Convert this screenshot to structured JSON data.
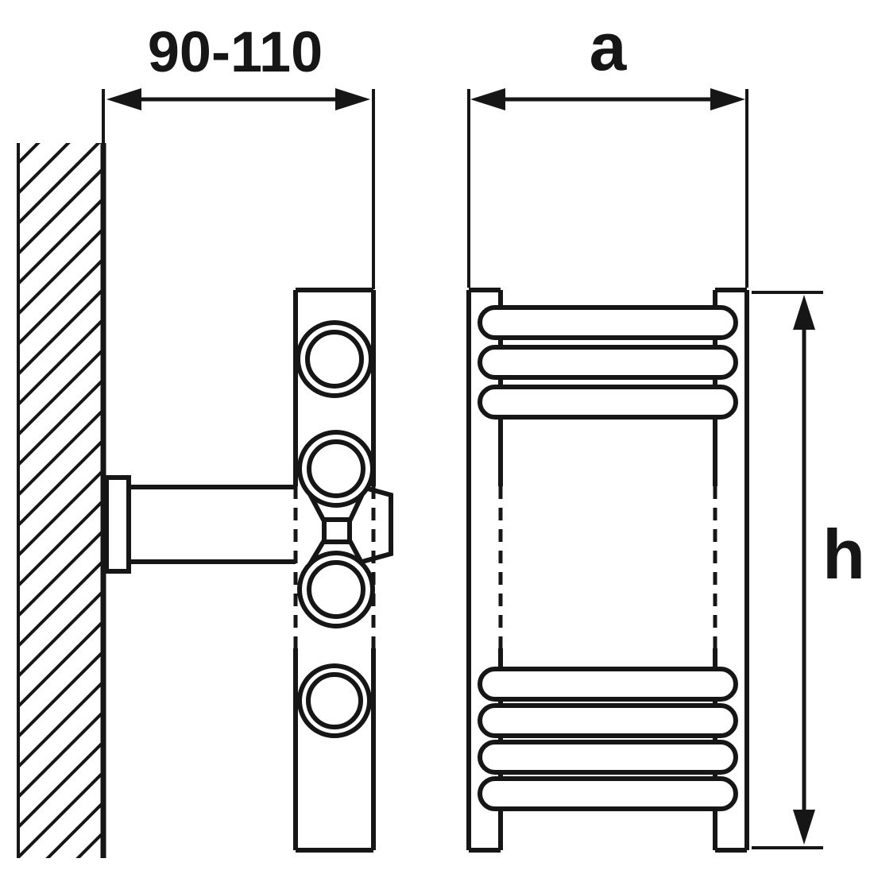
{
  "diagram": {
    "labels": {
      "wall_distance": "90-110",
      "width": "a",
      "height": "h"
    },
    "colors": {
      "line": "#161616",
      "background": "#ffffff"
    }
  }
}
